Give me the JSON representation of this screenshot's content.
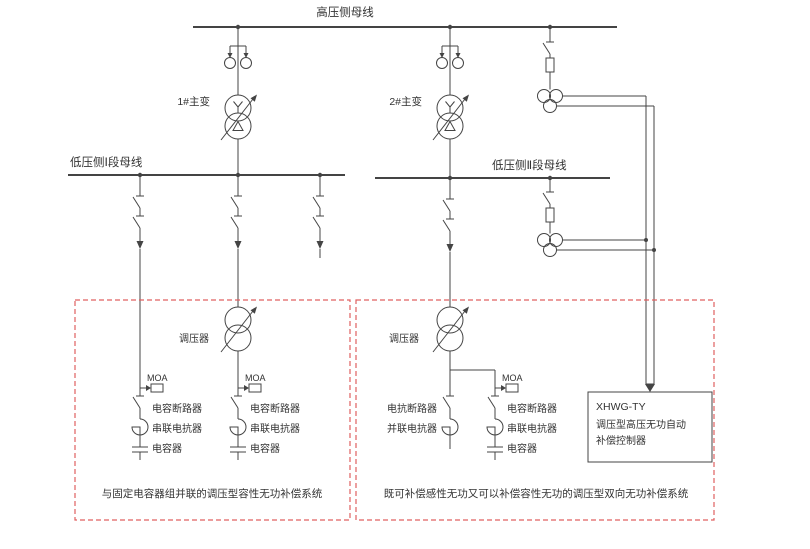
{
  "buses": {
    "hv": "高压侧母线",
    "lv1": "低压侧Ⅰ段母线",
    "lv2": "低压侧Ⅱ段母线"
  },
  "transformers": {
    "t1": "1#主变",
    "t2": "2#主变"
  },
  "left_system": {
    "regulator_label": "调压器",
    "fixed_branch": {
      "moa": "MOA",
      "breaker": "电容断路器",
      "reactor": "串联电抗器",
      "capacitor": "电容器"
    },
    "regulated_branch": {
      "moa": "MOA",
      "breaker": "电容断路器",
      "reactor": "串联电抗器",
      "capacitor": "电容器"
    },
    "caption": "与固定电容器组并联的调压型容性无功补偿系统"
  },
  "right_system": {
    "regulator_label": "调压器",
    "reactor_branch": {
      "breaker": "电抗断路器",
      "reactor": "并联电抗器"
    },
    "capacitor_branch": {
      "moa": "MOA",
      "breaker": "电容断路器",
      "reactor": "串联电抗器",
      "capacitor": "电容器"
    },
    "controller": {
      "model": "XHWG-TY",
      "line2": "调压型高压无功自动",
      "line3": "补偿控制器"
    },
    "caption": "既可补偿感性无功又可以补偿容性无功的调压型双向无功补偿系统"
  },
  "colors": {
    "wire": "#444444",
    "text": "#333333",
    "dashed_border": "#e06060",
    "background": "#ffffff"
  }
}
